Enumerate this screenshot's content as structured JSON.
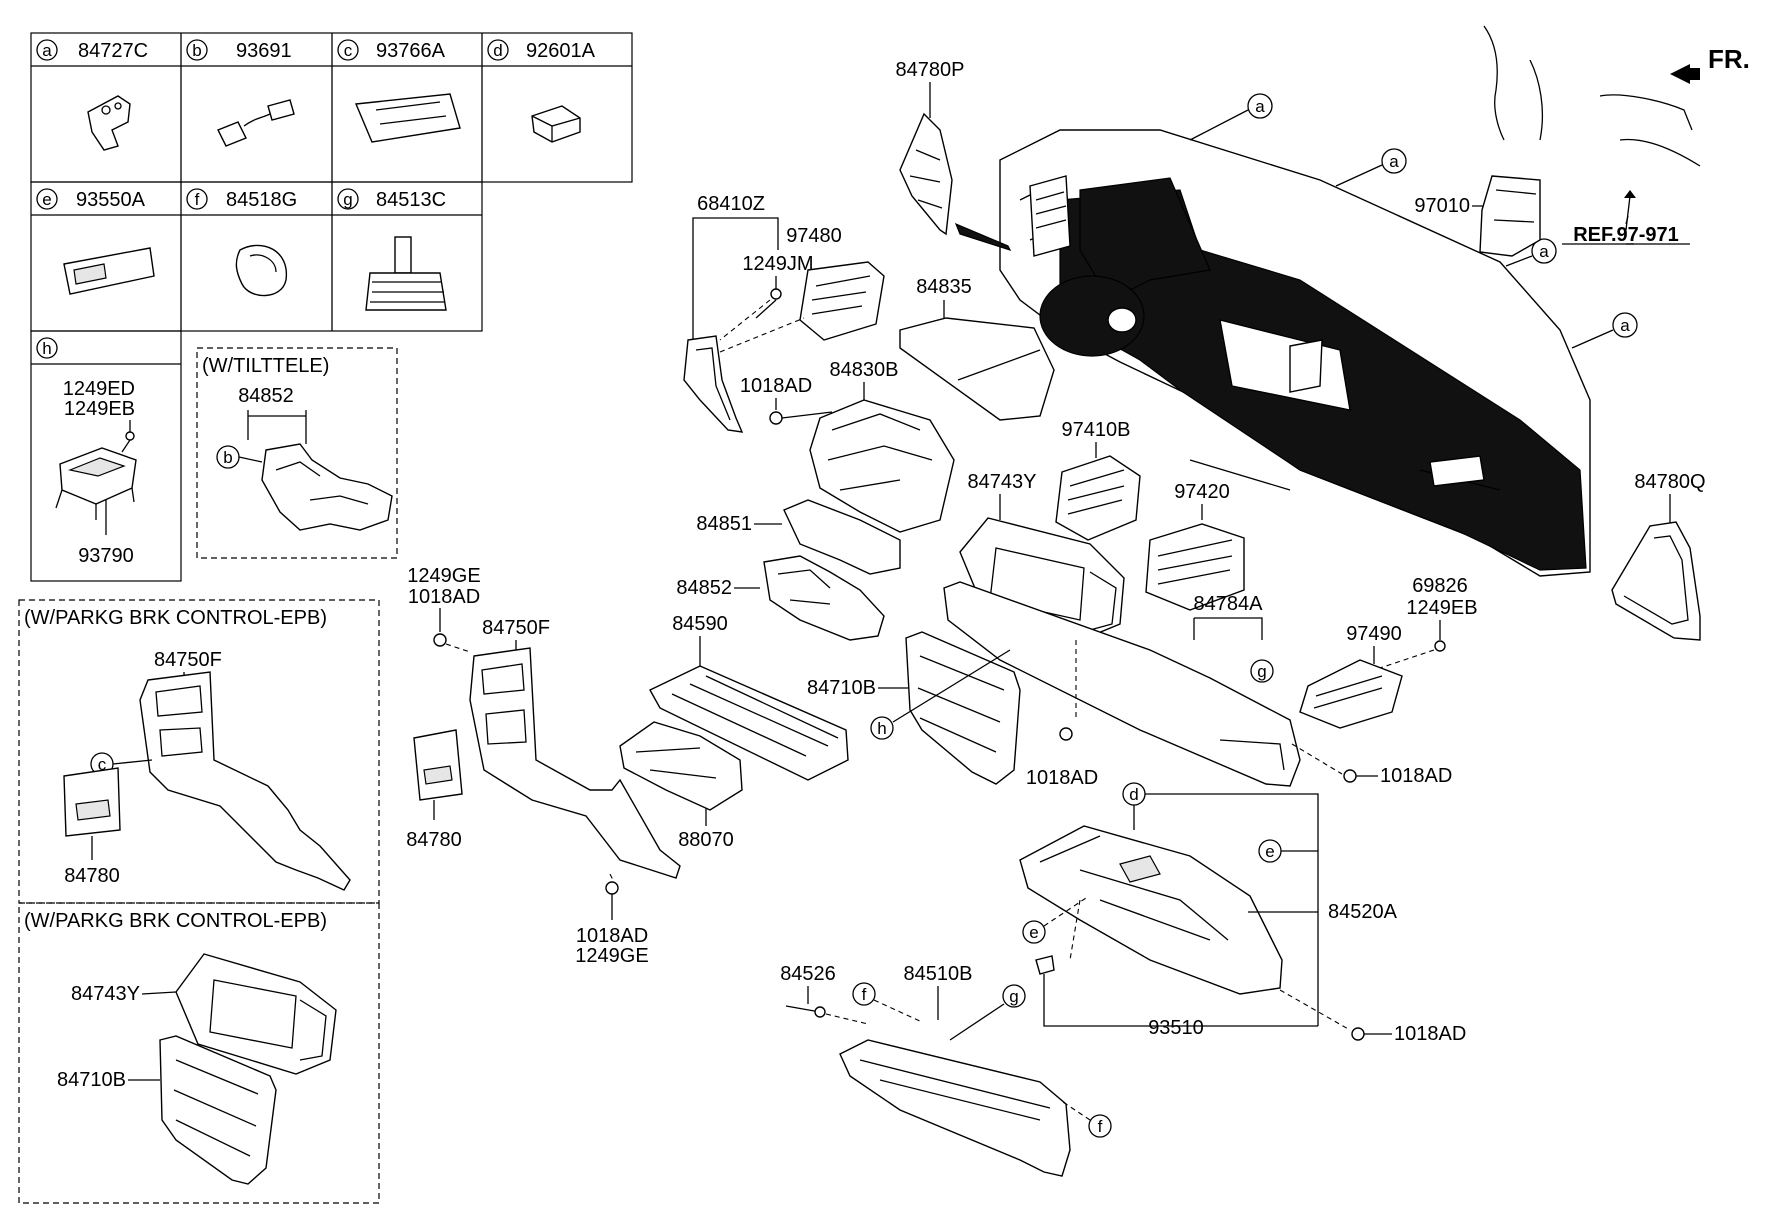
{
  "parts_table": {
    "cells": [
      {
        "letter": "a",
        "part": "84727C"
      },
      {
        "letter": "b",
        "part": "93691"
      },
      {
        "letter": "c",
        "part": "93766A"
      },
      {
        "letter": "d",
        "part": "92601A"
      },
      {
        "letter": "e",
        "part": "93550A"
      },
      {
        "letter": "f",
        "part": "84518G"
      },
      {
        "letter": "g",
        "part": "84513C"
      },
      {
        "letter": "h",
        "part": ""
      }
    ],
    "h_labels": [
      "1249ED",
      "1249EB",
      "93790"
    ]
  },
  "insets": {
    "tilttele": {
      "title": "(W/TILTTELE)",
      "part": "84852",
      "callout": "b"
    },
    "epb_top": {
      "title": "(W/PARKG BRK CONTROL-EPB)",
      "parts": [
        "84750F",
        "84780"
      ],
      "callout": "c"
    },
    "epb_bottom": {
      "title": "(W/PARKG BRK CONTROL-EPB)",
      "parts": [
        "84743Y",
        "84710B"
      ]
    }
  },
  "direction": {
    "label": "FR."
  },
  "reference": {
    "label": "REF.97-971"
  },
  "labels": {
    "p84780P": "84780P",
    "p68410Z": "68410Z",
    "p1249JM": "1249JM",
    "p97480": "97480",
    "p84835": "84835",
    "p1018AD_a": "1018AD",
    "p84830B": "84830B",
    "p97010": "97010",
    "p97410B": "97410B",
    "p84743Y": "84743Y",
    "p97420": "97420",
    "p84780Q": "84780Q",
    "p84851": "84851",
    "p84852": "84852",
    "p1249GE_a": "1249GE",
    "p1018AD_b": "1018AD",
    "p84750F": "84750F",
    "p84590": "84590",
    "p84784A": "84784A",
    "p69826": "69826",
    "p1249EB": "1249EB",
    "p97490": "97490",
    "p84710B": "84710B",
    "p1018AD_c": "1018AD",
    "p1018AD_d": "1018AD",
    "p84780": "84780",
    "p88070": "88070",
    "p1018AD_e": "1018AD",
    "p1249GE_b": "1249GE",
    "p84520A": "84520A",
    "p84526": "84526",
    "p84510B": "84510B",
    "p93510": "93510",
    "p1018AD_f": "1018AD"
  },
  "callouts": {
    "a": "a",
    "b": "b",
    "c": "c",
    "d": "d",
    "e": "e",
    "f": "f",
    "g": "g",
    "h": "h"
  }
}
